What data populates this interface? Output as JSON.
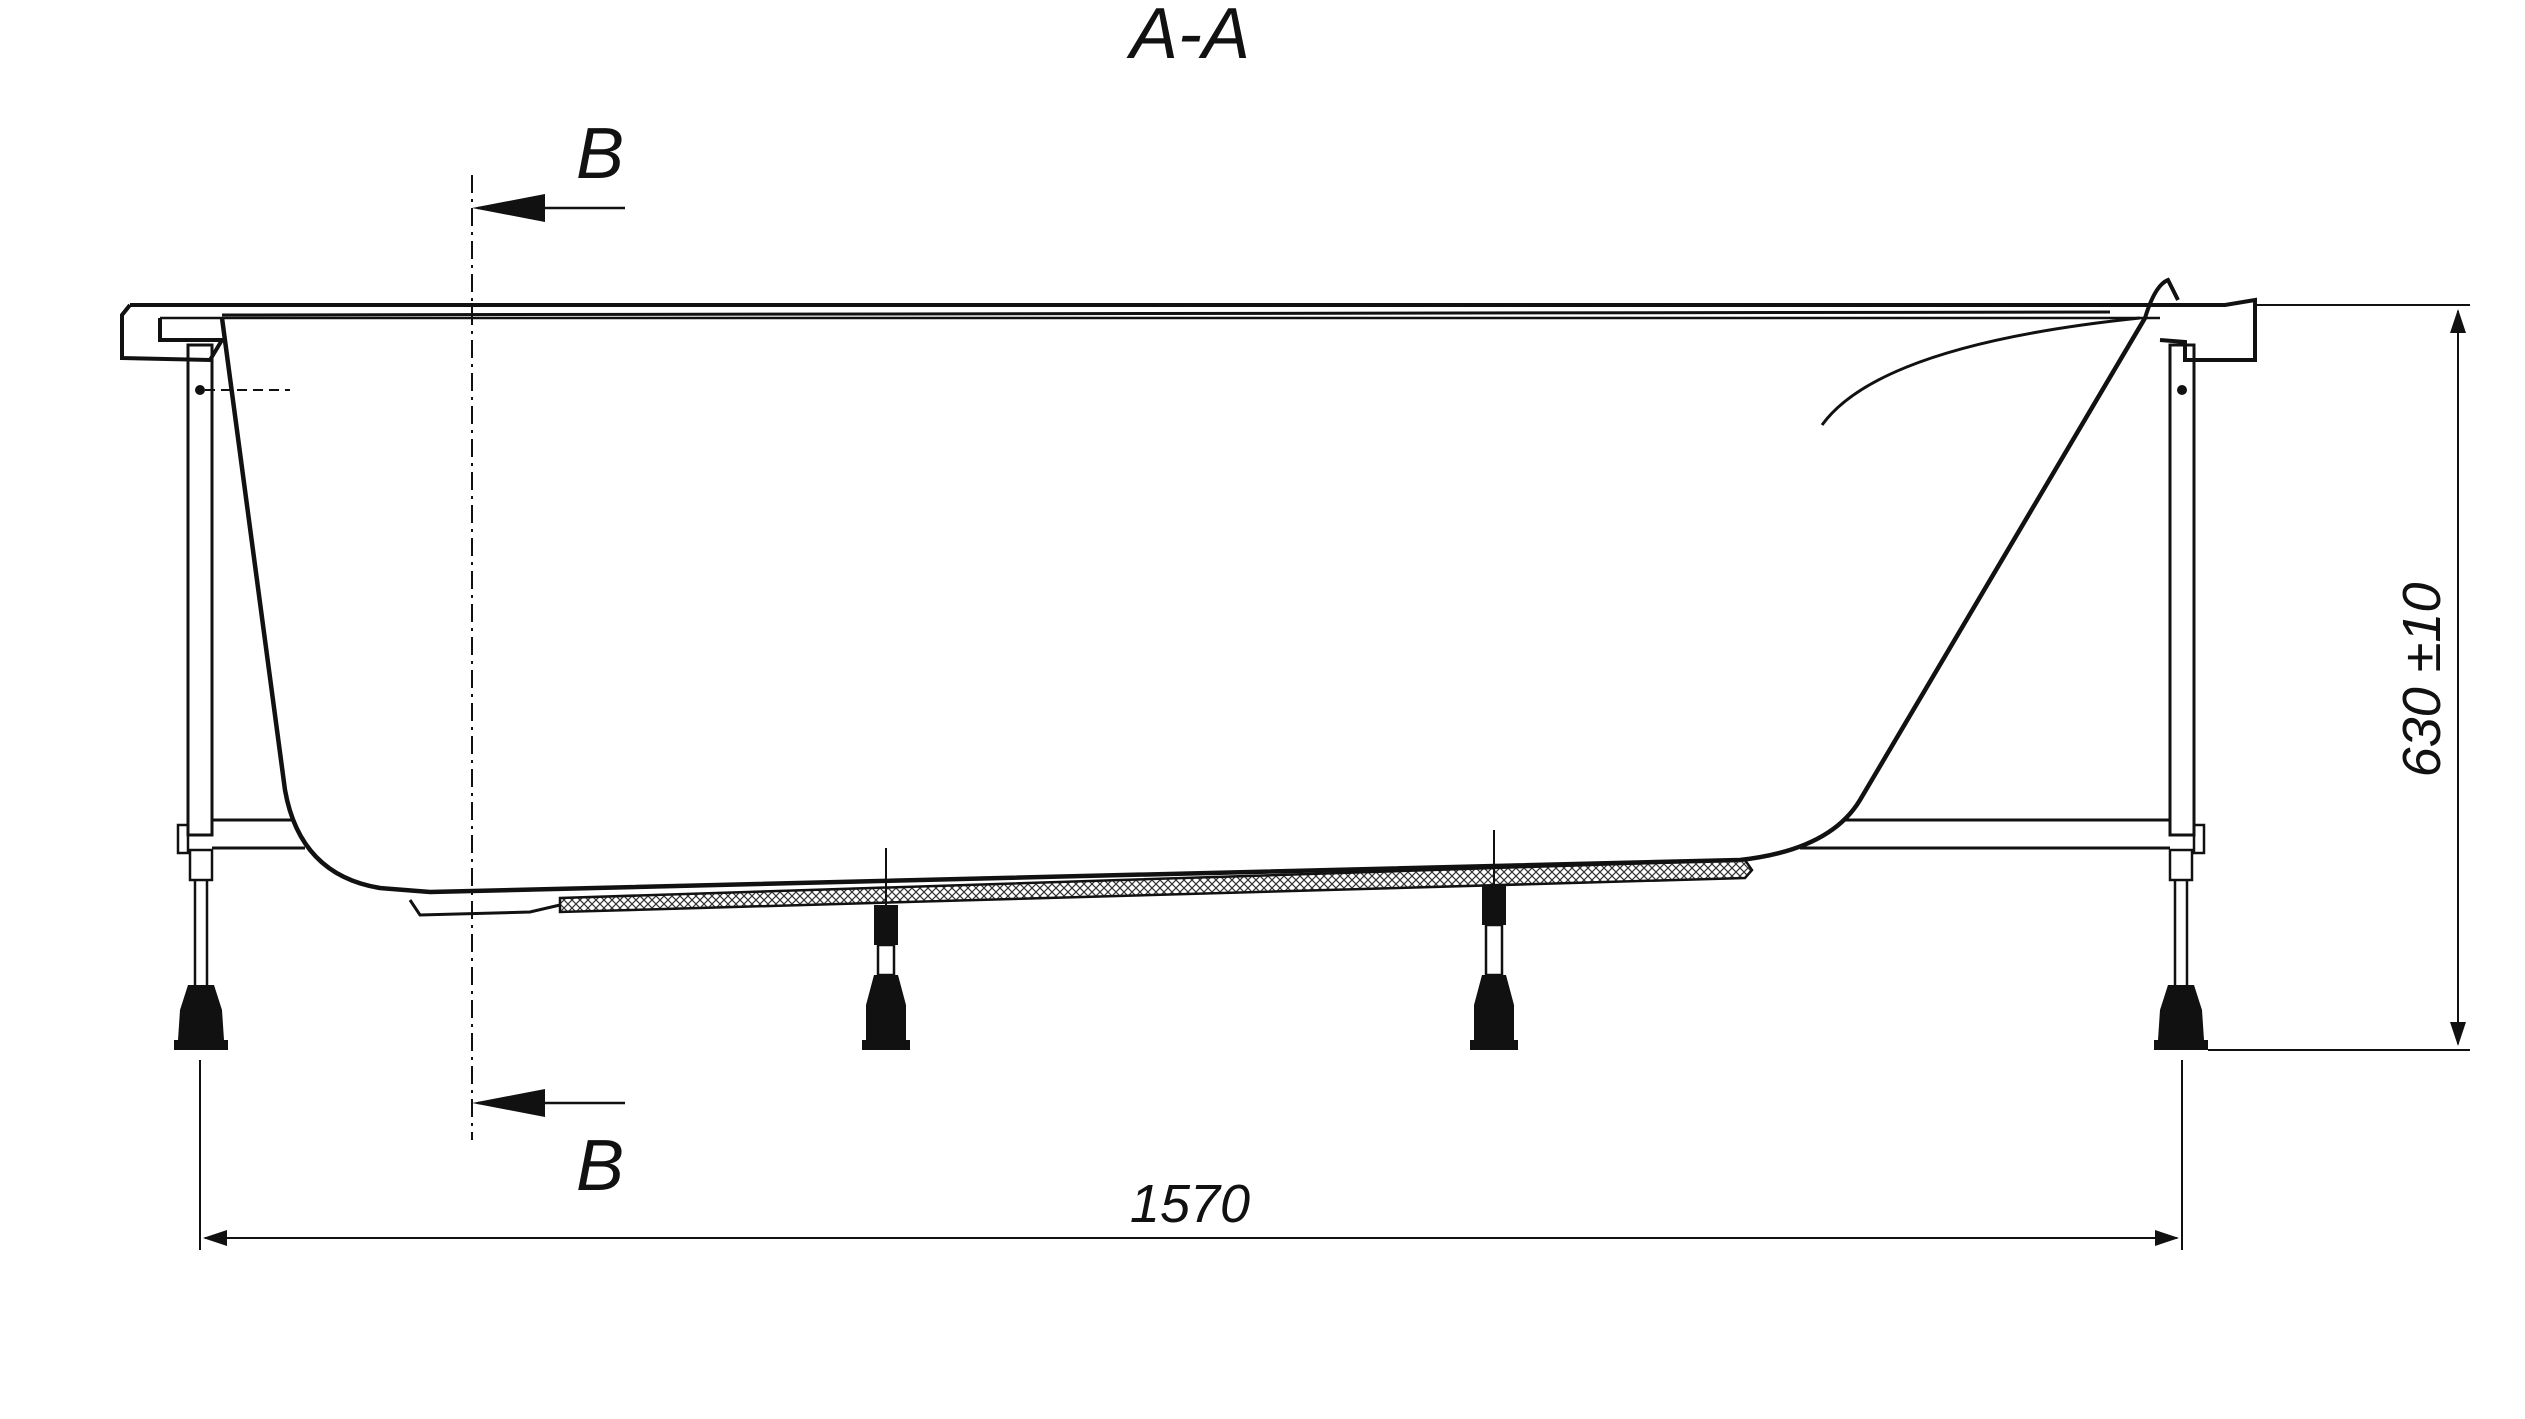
{
  "drawing": {
    "section_title": "A-A",
    "section_marker_top": "B",
    "section_marker_bottom": "B",
    "dimension_width": "1570",
    "dimension_height": "630 ±10"
  },
  "colors": {
    "line": "#111111",
    "background": "#ffffff",
    "hatch": "#333333"
  }
}
